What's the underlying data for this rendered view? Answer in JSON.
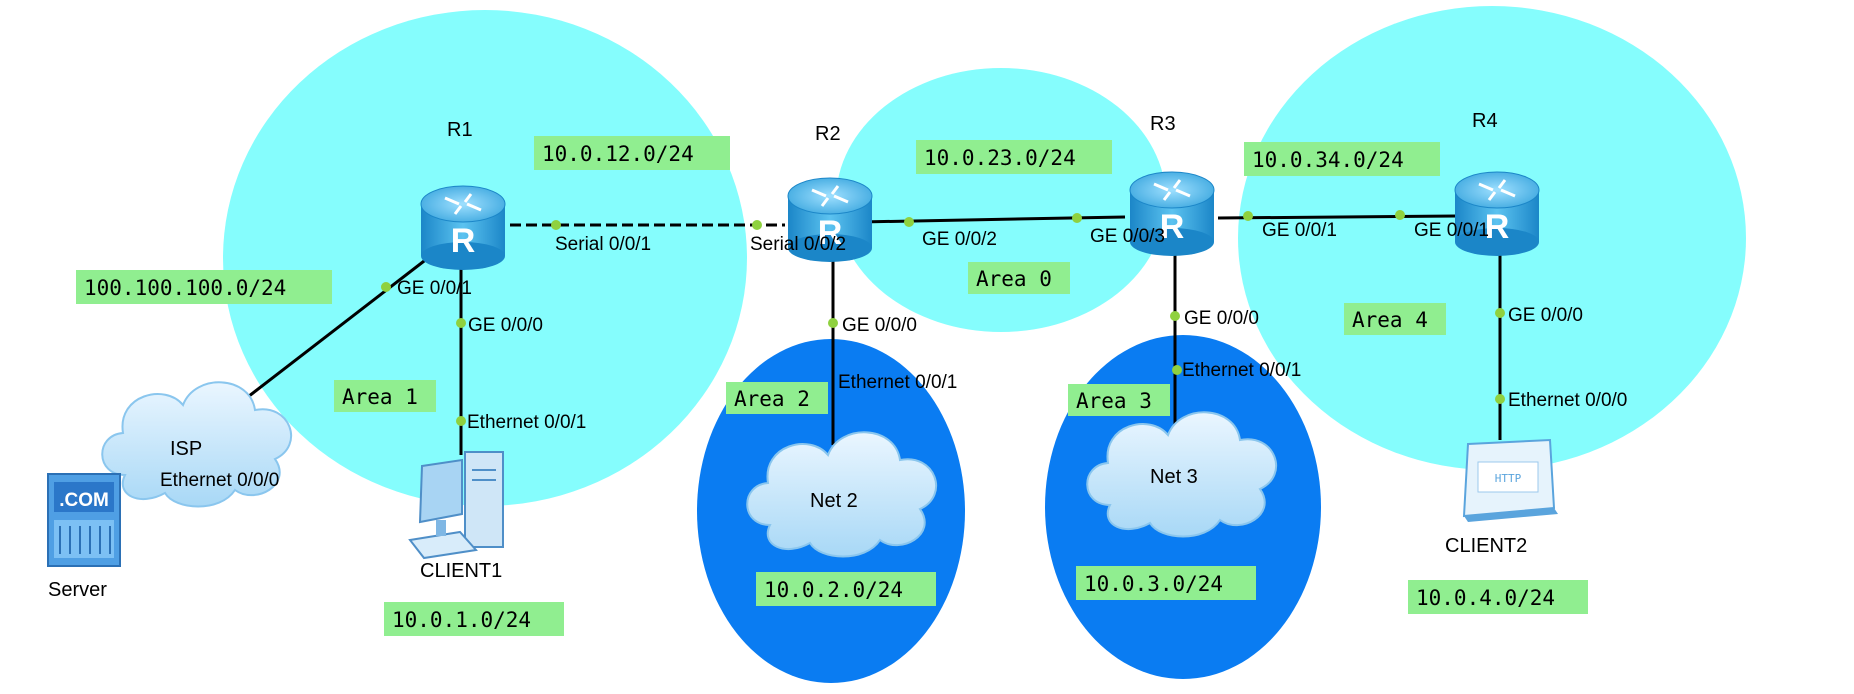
{
  "colors": {
    "area_light": "#85fdfd",
    "area_dark": "#0a7cf2",
    "label_bg": "#90ee90",
    "link": "#000000",
    "port_dot": "#8fd13f",
    "router": "#4fb8ea"
  },
  "devices": {
    "r1": "R1",
    "r2": "R2",
    "r3": "R3",
    "r4": "R4",
    "isp": "ISP",
    "server": "Server",
    "client1": "CLIENT1",
    "client2": "CLIENT2",
    "net2": "Net 2",
    "net3": "Net 3",
    "server_badge": ".COM",
    "client2_badge": "HTTP"
  },
  "areas": {
    "area0": "Area 0",
    "area1": "Area 1",
    "area2": "Area 2",
    "area3": "Area 3",
    "area4": "Area 4"
  },
  "subnets": {
    "isp": "100.100.100.0/24",
    "r1_r2": "10.0.12.0/24",
    "r2_r3": "10.0.23.0/24",
    "r3_r4": "10.0.34.0/24",
    "lan1": "10.0.1.0/24",
    "lan2": "10.0.2.0/24",
    "lan3": "10.0.3.0/24",
    "lan4": "10.0.4.0/24"
  },
  "ports": {
    "r1_ge001": "GE 0/0/1",
    "r1_ge000": "GE 0/0/0",
    "r1_s001": "Serial 0/0/1",
    "r2_s002": "Serial 0/0/2",
    "r2_ge002": "GE 0/0/2",
    "r2_ge000": "GE 0/0/0",
    "r3_ge003": "GE 0/0/3",
    "r3_ge001": "GE 0/0/1",
    "r3_ge000": "GE 0/0/0",
    "r4_ge001": "GE 0/0/1",
    "r4_ge000": "GE 0/0/0",
    "isp_eth000": "Ethernet 0/0/0",
    "client1_eth001": "Ethernet 0/0/1",
    "net2_eth001": "Ethernet 0/0/1",
    "net3_eth001": "Ethernet 0/0/1",
    "client2_eth000": "Ethernet 0/0/0"
  }
}
